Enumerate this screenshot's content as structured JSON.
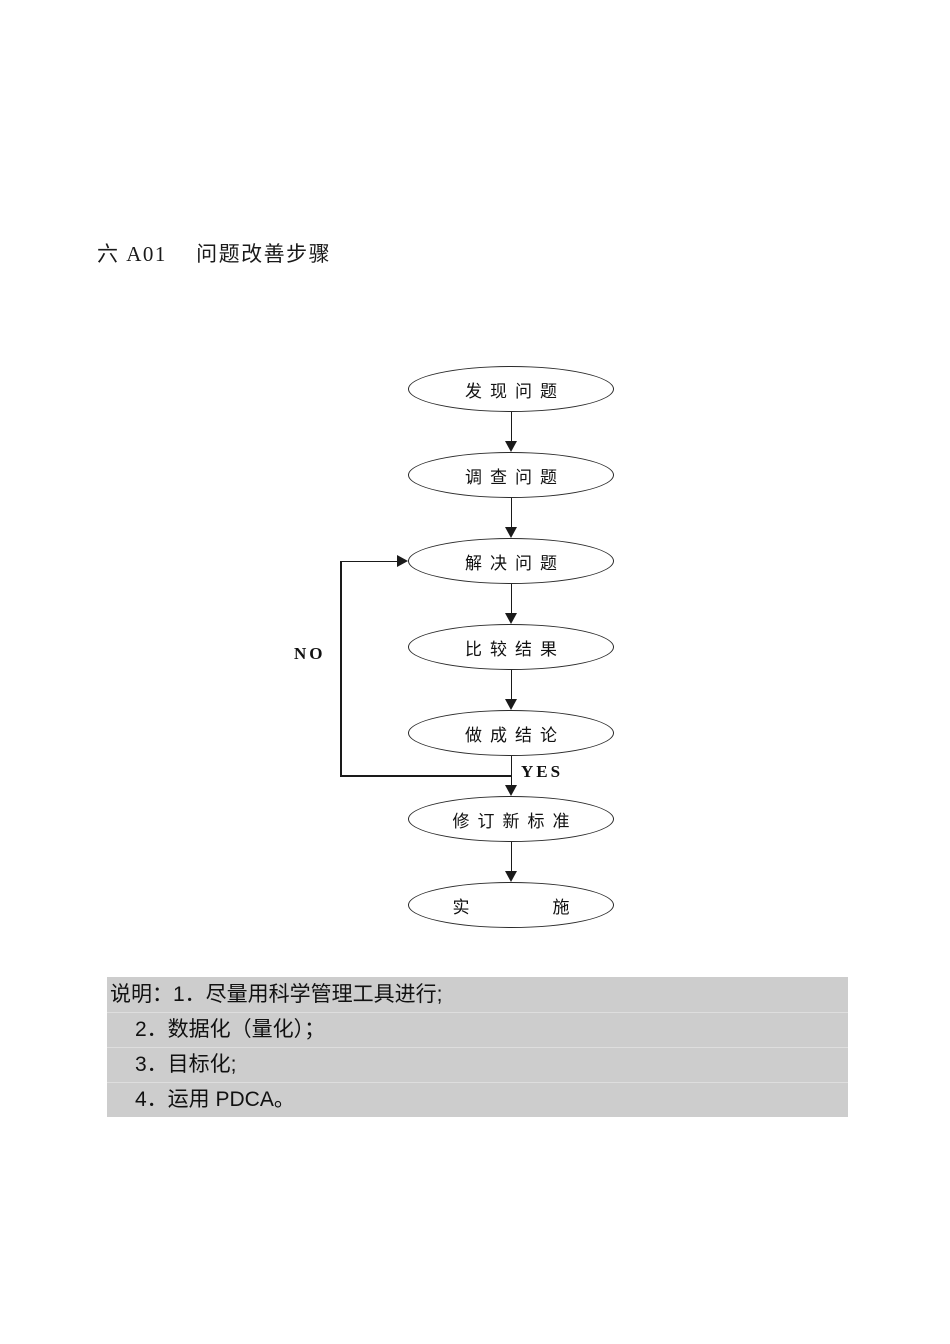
{
  "page": {
    "title": "六 A01　 问题改善步骤"
  },
  "flowchart": {
    "nodes": [
      {
        "id": "discover-problem",
        "label": "发现问题"
      },
      {
        "id": "investigate-problem",
        "label": "调查问题"
      },
      {
        "id": "solve-problem",
        "label": "解决问题"
      },
      {
        "id": "compare-results",
        "label": "比较结果"
      },
      {
        "id": "make-conclusion",
        "label": "做成结论"
      },
      {
        "id": "revise-new-standard",
        "label": "修订新标准"
      },
      {
        "id": "implement",
        "label": "实　　　施"
      }
    ],
    "branch_labels": {
      "no": "NO",
      "yes": "YES"
    }
  },
  "notes": {
    "lines": [
      "说明：1．尽量用科学管理工具进行;",
      "2．数据化（量化）；",
      "3．目标化;",
      "4．运用 PDCA。"
    ]
  },
  "colors": {
    "line": "#1a1a1a",
    "note_bg": "#cdcdcd"
  }
}
